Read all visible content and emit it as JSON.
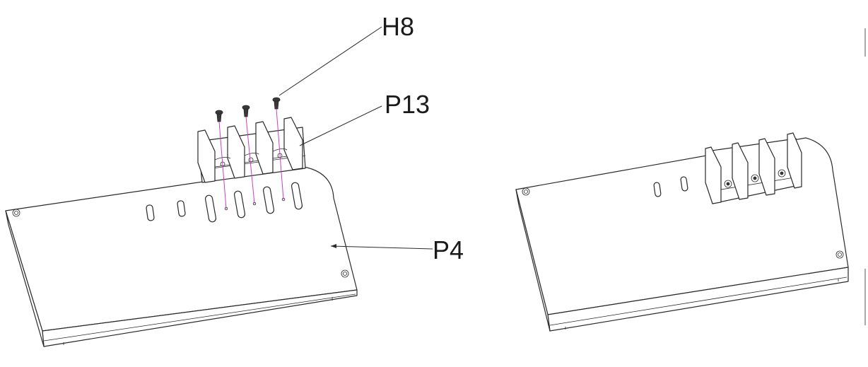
{
  "labels": {
    "screw": "H8",
    "terminal_block": "P13",
    "base_plate": "P4"
  },
  "colors": {
    "line": "#2a2a2a",
    "guide": "#d23cc4",
    "background": "#ffffff"
  }
}
